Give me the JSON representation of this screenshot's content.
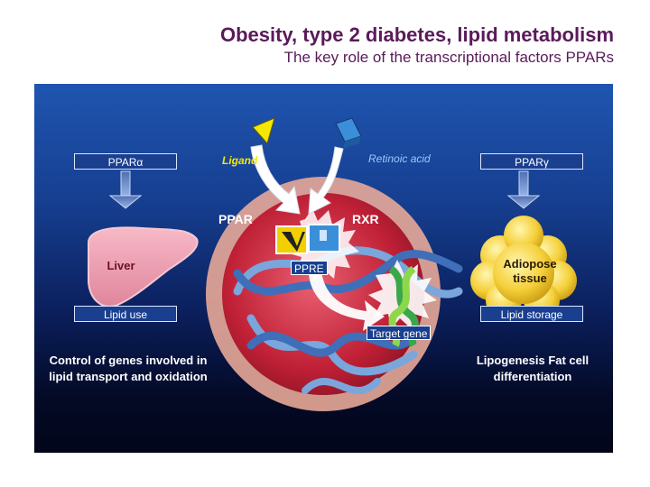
{
  "header": {
    "title": "Obesity, type 2 diabetes, lipid metabolism",
    "subtitle": "The key role of the transcriptional factors PPARs"
  },
  "diagram": {
    "left": {
      "receptor": "PPARα",
      "organ": "Liver",
      "function": "Lipid use",
      "caption": "Control of genes involved in lipid transport and oxidation"
    },
    "right": {
      "receptor": "PPARγ",
      "organ": "Adiopose tissue",
      "function": "Lipid storage",
      "caption": "Lipogenesis Fat cell differentiation"
    },
    "center": {
      "ligand": "Ligand",
      "retinoic_acid": "Retinoic acid",
      "ppar": "PPAR",
      "rxr": "RXR",
      "ppre": "PPRE",
      "target_gene": "Target gene"
    },
    "colors": {
      "ligand": "#f2e600",
      "retinoic_acid": "#3a8fd8",
      "nucleus": "#c8283a",
      "dna": "#6a9ad0",
      "target_gene": "#3aa84a"
    }
  }
}
